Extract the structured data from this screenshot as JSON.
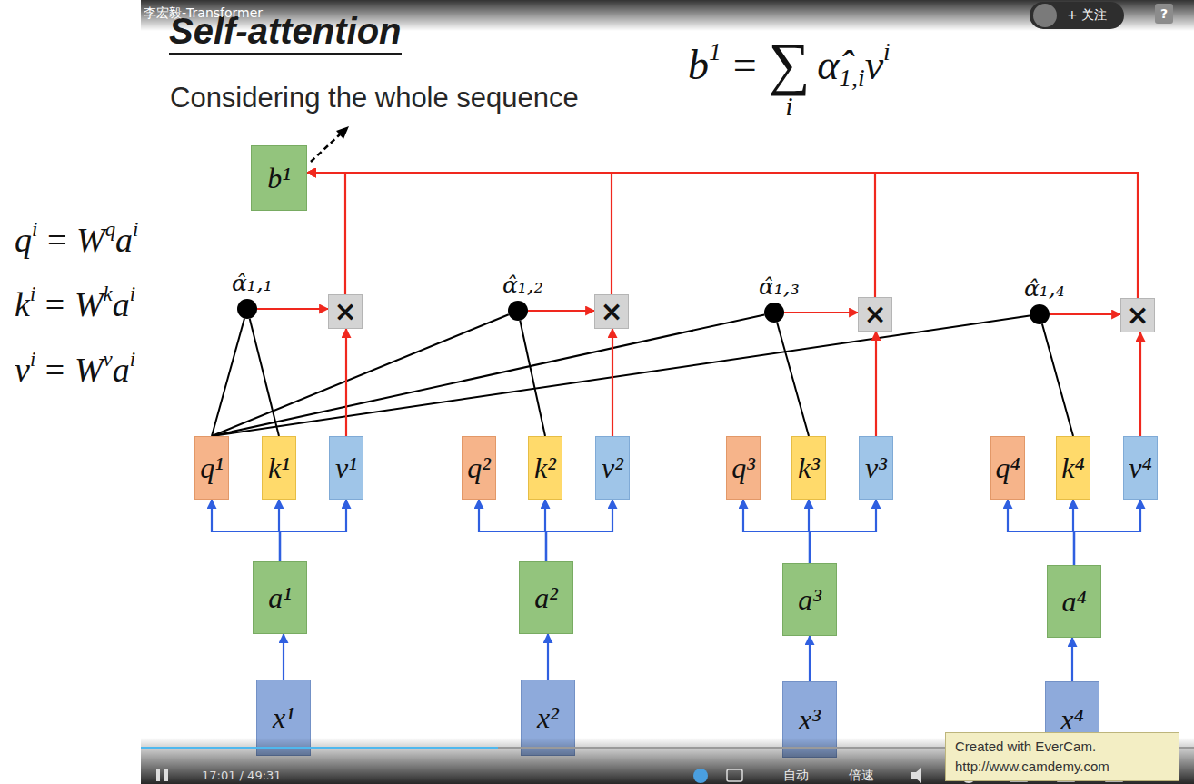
{
  "diagram": {
    "title": "Self-attention",
    "nodes": [
      {
        "text": [
          "b¹"
        ]
      },
      {
        "text": [
          "α̂₁,₁"
        ]
      },
      {
        "text": [
          "×"
        ]
      },
      {
        "text": [
          "α̂₁,₂"
        ]
      },
      {
        "text": [
          "×"
        ]
      },
      {
        "text": [
          "α̂₁,₃"
        ]
      },
      {
        "text": [
          "×"
        ]
      },
      {
        "text": [
          "α̂₁,₄"
        ]
      },
      {
        "text": [
          "×"
        ]
      },
      {
        "text": [
          "q¹"
        ]
      },
      {
        "text": [
          "k¹"
        ]
      },
      {
        "text": [
          "v¹"
        ]
      },
      {
        "text": [
          "q²"
        ]
      },
      {
        "text": [
          "k²"
        ]
      },
      {
        "text": [
          "v²"
        ]
      },
      {
        "text": [
          "q³"
        ]
      },
      {
        "text": [
          "k³"
        ]
      },
      {
        "text": [
          "v³"
        ]
      },
      {
        "text": [
          "q⁴"
        ]
      },
      {
        "text": [
          "k⁴"
        ]
      },
      {
        "text": [
          "v⁴"
        ]
      },
      {
        "text": [
          "a¹"
        ]
      },
      {
        "text": [
          "a²"
        ]
      },
      {
        "text": [
          "a³"
        ]
      },
      {
        "text": [
          "a⁴"
        ]
      },
      {
        "text": [
          "x¹"
        ]
      },
      {
        "text": [
          "x²"
        ]
      },
      {
        "text": [
          "x³"
        ]
      },
      {
        "text": [
          "x⁴"
        ]
      }
    ],
    "edges": [
      {
        "from": 25,
        "to": 21,
        "arrow": "to"
      },
      {
        "from": 26,
        "to": 22,
        "arrow": "to"
      },
      {
        "from": 27,
        "to": 23,
        "arrow": "to"
      },
      {
        "from": 28,
        "to": 24,
        "arrow": "to"
      },
      {
        "from": 21,
        "to": 9,
        "arrow": "to"
      },
      {
        "from": 21,
        "to": 10,
        "arrow": "to"
      },
      {
        "from": 21,
        "to": 11,
        "arrow": "to"
      },
      {
        "from": 22,
        "to": 12,
        "arrow": "to"
      },
      {
        "from": 22,
        "to": 13,
        "arrow": "to"
      },
      {
        "from": 22,
        "to": 14,
        "arrow": "to"
      },
      {
        "from": 23,
        "to": 15,
        "arrow": "to"
      },
      {
        "from": 23,
        "to": 16,
        "arrow": "to"
      },
      {
        "from": 23,
        "to": 17,
        "arrow": "to"
      },
      {
        "from": 24,
        "to": 18,
        "arrow": "to"
      },
      {
        "from": 24,
        "to": 19,
        "arrow": "to"
      },
      {
        "from": 24,
        "to": 20,
        "arrow": "to"
      },
      {
        "from": 9,
        "to": 1,
        "arrow": "none"
      },
      {
        "from": 9,
        "to": 3,
        "arrow": "none"
      },
      {
        "from": 9,
        "to": 5,
        "arrow": "none"
      },
      {
        "from": 9,
        "to": 7,
        "arrow": "none"
      },
      {
        "from": 10,
        "to": 1,
        "arrow": "none"
      },
      {
        "from": 13,
        "to": 3,
        "arrow": "none"
      },
      {
        "from": 16,
        "to": 5,
        "arrow": "none"
      },
      {
        "from": 19,
        "to": 7,
        "arrow": "none"
      },
      {
        "from": 1,
        "to": 2,
        "arrow": "to"
      },
      {
        "from": 3,
        "to": 4,
        "arrow": "to"
      },
      {
        "from": 5,
        "to": 6,
        "arrow": "to"
      },
      {
        "from": 7,
        "to": 8,
        "arrow": "to"
      },
      {
        "from": 11,
        "to": 2,
        "arrow": "to"
      },
      {
        "from": 14,
        "to": 4,
        "arrow": "to"
      },
      {
        "from": 17,
        "to": 6,
        "arrow": "to"
      },
      {
        "from": 20,
        "to": 8,
        "arrow": "to"
      },
      {
        "from": 2,
        "to": 0,
        "arrow": "to"
      },
      {
        "from": 4,
        "to": 0,
        "arrow": "to"
      },
      {
        "from": 6,
        "to": 0,
        "arrow": "to"
      },
      {
        "from": 8,
        "to": 0,
        "arrow": "to"
      }
    ],
    "labels": [
      "Considering the whole sequence",
      "b",
      "1",
      "=",
      "∑",
      "i",
      "α̂",
      "1,i",
      "v",
      "i",
      "q",
      "i",
      "=",
      "W",
      "q",
      "a",
      "i",
      "k",
      "i",
      "=",
      "W",
      "k",
      "a",
      "i",
      "v",
      "i",
      "=",
      "W",
      "v",
      "a",
      "i",
      "李宏毅-Transformer",
      "+ 关注",
      "?",
      "17:01 / 49:31",
      "自动",
      "倍速",
      "Created with EverCam.",
      "http://www.camdemy.com"
    ]
  }
}
